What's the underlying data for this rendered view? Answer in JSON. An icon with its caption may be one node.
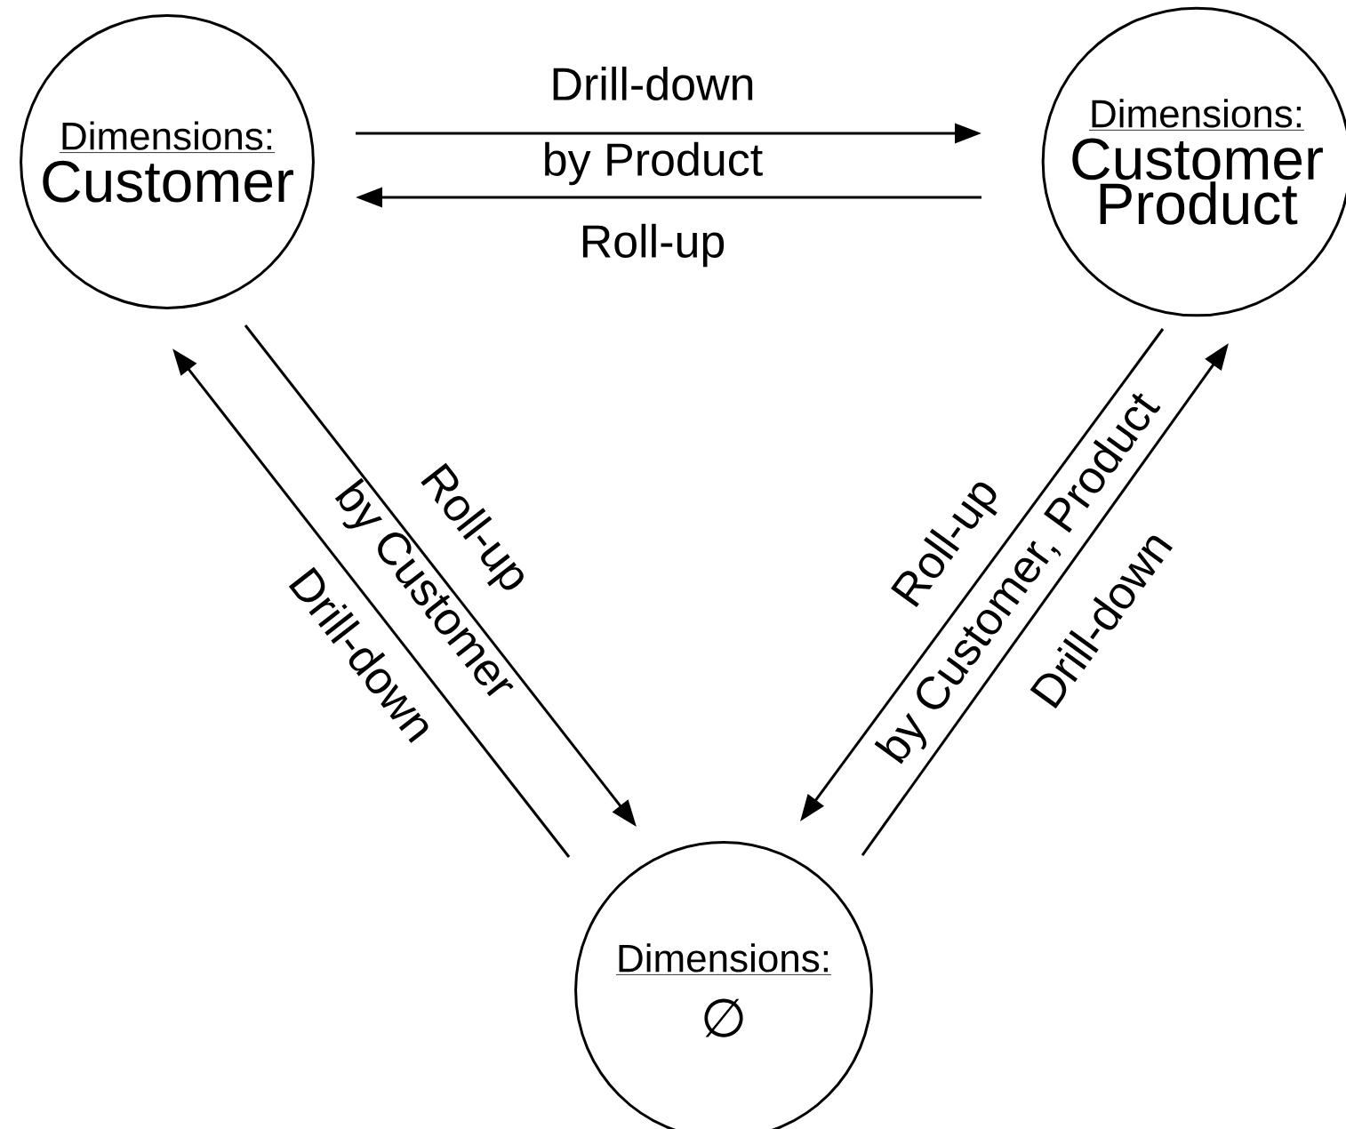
{
  "diagram": {
    "nodes": [
      {
        "text": [
          "Dimensions:",
          "Customer"
        ]
      },
      {
        "text": [
          "Dimensions:",
          "Customer Product"
        ]
      },
      {
        "text": [
          "Dimensions:",
          "∅"
        ]
      }
    ],
    "edges": [
      {
        "from": 0,
        "to": 1,
        "arrow": "to",
        "label": "Drill-down"
      },
      {
        "from": 1,
        "to": 0,
        "arrow": "to",
        "label": "Roll-up"
      },
      {
        "from": 0,
        "to": 2,
        "arrow": "to",
        "label": "Roll-up"
      },
      {
        "from": 2,
        "to": 0,
        "arrow": "to",
        "label": "Drill-down"
      },
      {
        "from": 1,
        "to": 2,
        "arrow": "to",
        "label": "Roll-up"
      },
      {
        "from": 2,
        "to": 1,
        "arrow": "to",
        "label": "Drill-down"
      }
    ],
    "labels": [
      "by Product",
      "by Customer",
      "by Customer, Product"
    ]
  }
}
